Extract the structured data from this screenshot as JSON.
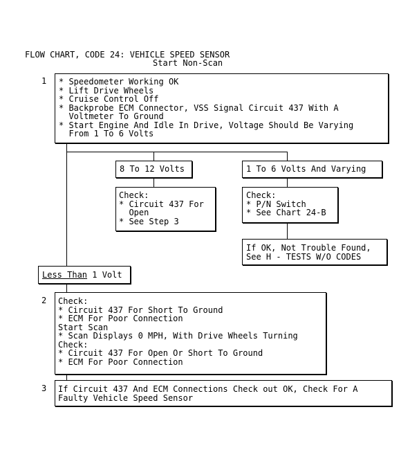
{
  "header": {
    "title": "FLOW CHART, CODE 24: VEHICLE SPEED SENSOR",
    "subtitle": "Start Non-Scan"
  },
  "steps": [
    {
      "number": "1",
      "lines": [
        "* Speedometer Working OK",
        "* Lift Drive Wheels",
        "* Cruise Control Off",
        "* Backprobe ECM Connector, VSS Signal Circuit 437 With A",
        "  Voltmeter To Ground",
        "* Start Engine And Idle In Drive, Voltage Should Be Varying",
        "  From 1 To 6 Volts"
      ]
    },
    {
      "number": "2",
      "lines": [
        "Check:",
        "* Circuit 437 For Short To Ground",
        "* ECM For Poor Connection",
        "Start Scan",
        "* Scan Displays 0 MPH, With Drive Wheels Turning",
        "Check:",
        "* Circuit 437 For Open Or Short To Ground",
        "* ECM For Poor Connection"
      ]
    },
    {
      "number": "3",
      "lines": [
        "If Circuit 437 And ECM Connections Check out OK, Check For A",
        "Faulty Vehicle Speed Sensor"
      ]
    }
  ],
  "branches": {
    "mid": {
      "label": "8 To 12 Volts",
      "check_lines": [
        "Check:",
        "* Circuit 437 For",
        "  Open",
        "* See Step 3"
      ]
    },
    "right": {
      "label": "1 To 6 Volts And Varying",
      "check_lines": [
        "Check:",
        "* P/N Switch",
        "* See Chart 24-B"
      ],
      "result_lines": [
        "If OK, Not Trouble Found,",
        "See H - TESTS W/O CODES"
      ]
    },
    "low": {
      "label_underlined": "Less Than",
      "label_rest": " 1 Volt"
    }
  }
}
